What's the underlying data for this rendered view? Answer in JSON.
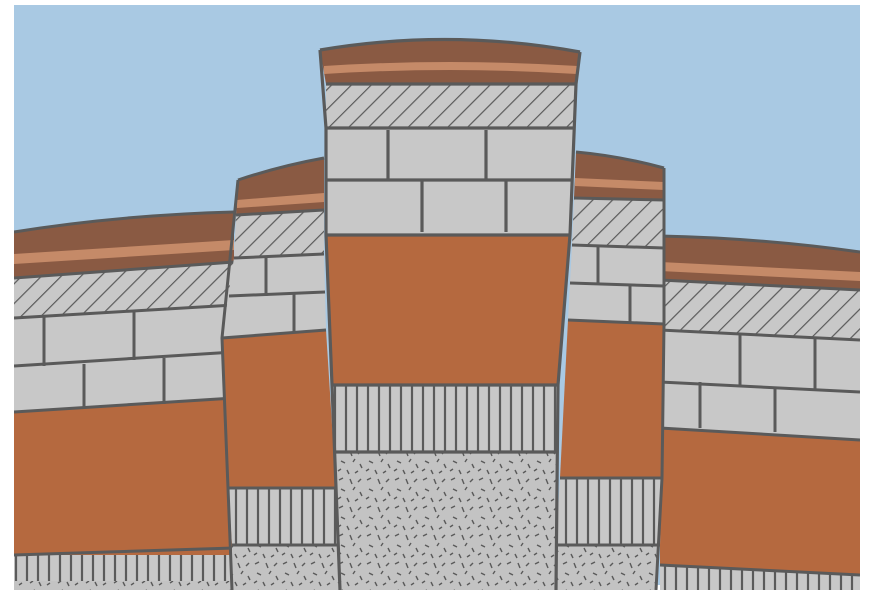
{
  "diagram": {
    "kind": "geologic-cross-section",
    "labels": [],
    "colors": {
      "sky": "#a9c9e3",
      "topsoil": "#8a5a43",
      "topsoil_band": "#c58a68",
      "rock_base": "#c8c8c8",
      "shale": "#b5693f",
      "outline": "#5a5a5a",
      "background": "#ffffff"
    },
    "blocks": [
      {
        "id": "left-flank",
        "layers": [
          "topsoil",
          "diagonal-hatch",
          "brick",
          "brick",
          "brown",
          "vertical-hatch"
        ]
      },
      {
        "id": "left-step",
        "layers": [
          "topsoil",
          "diagonal-hatch",
          "brick",
          "brick",
          "brown",
          "vertical-hatch",
          "speckle"
        ]
      },
      {
        "id": "central-column",
        "layers": [
          "topsoil",
          "diagonal-hatch",
          "brick",
          "brick",
          "brown",
          "vertical-hatch",
          "speckle"
        ]
      },
      {
        "id": "right-step",
        "layers": [
          "topsoil",
          "diagonal-hatch",
          "brick",
          "brick",
          "brown",
          "vertical-hatch",
          "speckle"
        ]
      },
      {
        "id": "right-flank",
        "layers": [
          "topsoil",
          "diagonal-hatch",
          "brick",
          "brick",
          "brown",
          "vertical-hatch"
        ]
      }
    ]
  }
}
